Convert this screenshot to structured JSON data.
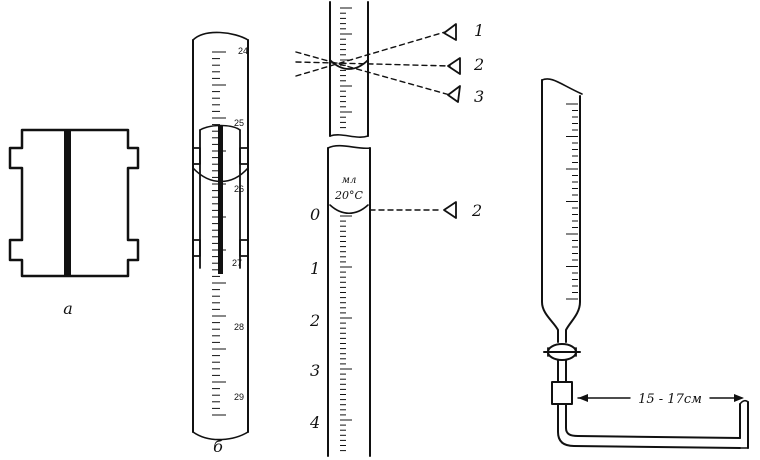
{
  "figure": {
    "panel_a": {
      "label": "а"
    },
    "panel_b": {
      "label": "б",
      "scale_numbers": [
        "24",
        "25",
        "26",
        "27",
        "28",
        "29"
      ]
    },
    "panel_c": {
      "sight_labels": [
        "1",
        "2",
        "3"
      ],
      "volume_unit": "мл",
      "temperature": "20°C",
      "lower_sight_label": "2",
      "scale_numbers": [
        "0",
        "1",
        "2",
        "3",
        "4"
      ]
    },
    "panel_d": {
      "dimension": "15 - 17см"
    }
  }
}
